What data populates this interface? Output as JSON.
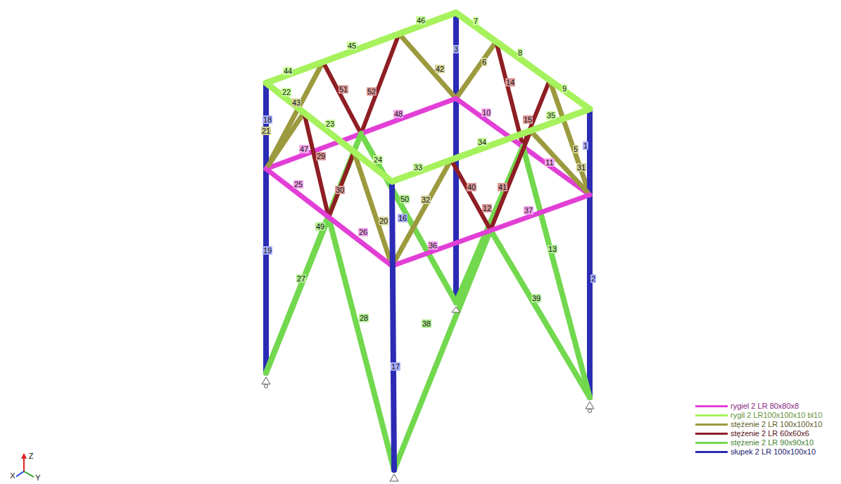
{
  "diagram": {
    "labels": [
      "44",
      "45",
      "46",
      "7",
      "8",
      "9",
      "22",
      "43",
      "18",
      "51",
      "52",
      "42",
      "3",
      "6",
      "14",
      "48",
      "10",
      "15",
      "35",
      "1",
      "5",
      "21",
      "23",
      "47",
      "29",
      "34",
      "11",
      "31",
      "24",
      "33",
      "25",
      "30",
      "40",
      "41",
      "12",
      "32",
      "50",
      "16",
      "20",
      "37",
      "49",
      "26",
      "36",
      "19",
      "27",
      "13",
      "2",
      "39",
      "28",
      "38",
      "17",
      "Z",
      "X",
      "Y"
    ],
    "legend": [
      {
        "text": "rygiel 2 LR 80x80x8",
        "color": "#e23fd6"
      },
      {
        "text": "rygil 2 LR100x100x10 bl10",
        "color": "#a6f25c"
      },
      {
        "text": "stężenie 2 LR 100x100x10",
        "color": "#9c9a3e"
      },
      {
        "text": "stężenie 2 LR 60x60x6",
        "color": "#8e1e24"
      },
      {
        "text": "stężenie 2 LR 90x90x10",
        "color": "#72d84e"
      },
      {
        "text": "słupek 2 LR 100x100x10",
        "color": "#2b2bb5"
      }
    ]
  }
}
